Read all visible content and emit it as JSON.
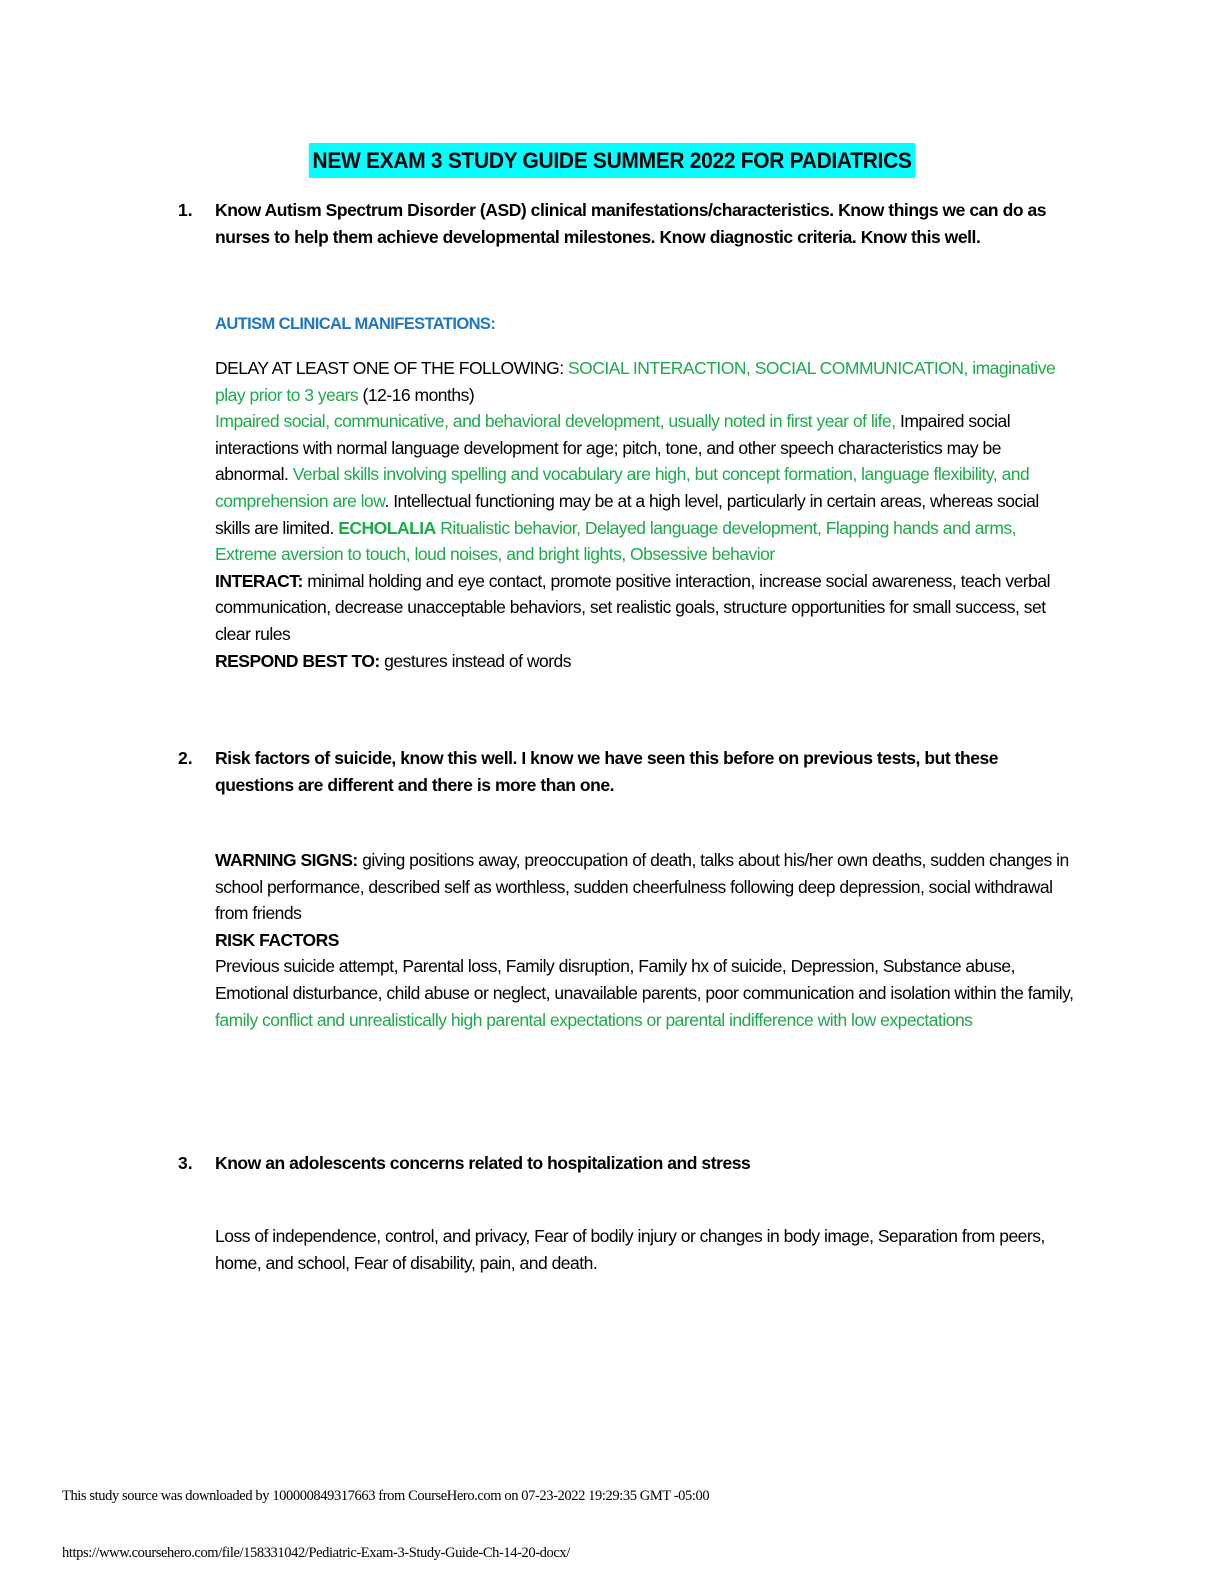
{
  "document": {
    "title": "NEW EXAM 3 STUDY GUIDE SUMMER 2022 FOR PADIATRICS",
    "highlight_color": "#00FFFF",
    "accent_blue": "#1F77C4",
    "accent_green": "#1DAA4B",
    "items": [
      {
        "number": "1.",
        "heading": "Know Autism Spectrum Disorder (ASD) clinical manifestations/characteristics. Know things we can do as nurses to help them achieve developmental milestones. Know diagnostic criteria. Know this well.",
        "subheading": "AUTISM CLINICAL MANIFESTATIONS:",
        "body": {
          "delay_label": "DELAY AT LEAST ONE OF THE FOLLOWING: ",
          "delay_green": "SOCIAL INTERACTION, SOCIAL COMMUNICATION, imaginative play prior to 3 years",
          "delay_tail": " (12-16 months)",
          "impaired_green": "Impaired social, communicative, and behavioral development, usually noted in first year of life,",
          "impaired_black": "Impaired social interactions with normal language development for age; pitch, tone, and other speech characteristics may be abnormal. ",
          "verbal_green": "Verbal skills involving spelling and vocabulary are high, but concept formation, language flexibility, and comprehension are low",
          "intellectual_black": ". Intellectual functioning may be at a high level, particularly in certain areas, whereas social skills are limited. ",
          "echolalia": "ECHOLALIA",
          "ritualistic_green": "Ritualistic behavior, Delayed language development, Flapping hands and arms, Extreme aversion to touch, loud noises, and bright lights, Obsessive behavior",
          "interact_label": "INTERACT:",
          "interact_text": " minimal holding and eye contact, promote positive interaction, increase social awareness, teach verbal communication, decrease unacceptable behaviors, set realistic goals, structure opportunities for small success, set clear rules",
          "respond_label": "RESPOND BEST TO:",
          "respond_text": " gestures instead of words"
        }
      },
      {
        "number": "2.",
        "heading": " Risk factors of suicide, know this well. I know we have seen this before on previous tests, but these questions are different and there is more than one.",
        "body": {
          "warning_label": "WARNING SIGNS:",
          "warning_text": " giving positions away, preoccupation of death, talks about his/her own deaths, sudden changes in school performance, described self as worthless, sudden cheerfulness following deep depression, social withdrawal from friends",
          "risk_label": "RISK FACTORS",
          "risk_black": "Previous suicide attempt, Parental loss, Family disruption, Family hx of suicide, Depression, Substance abuse, Emotional disturbance, child abuse or neglect, unavailable parents, poor communication and isolation within the family, ",
          "risk_green": "family conflict and unrealistically high parental expectations or parental indifference with low expectations"
        }
      },
      {
        "number": "3.",
        "heading": "Know an adolescents concerns related to hospitalization and stress",
        "body": {
          "text": "Loss of independence, control, and privacy, Fear of bodily injury or changes in body image, Separation from peers, home, and school, Fear of disability, pain, and death."
        }
      }
    ],
    "footer": {
      "download_note": "This study source was downloaded by 100000849317663 from CourseHero.com on 07-23-2022 19:29:35 GMT -05:00",
      "url": "https://www.coursehero.com/file/158331042/Pediatric-Exam-3-Study-Guide-Ch-14-20-docx/"
    }
  }
}
